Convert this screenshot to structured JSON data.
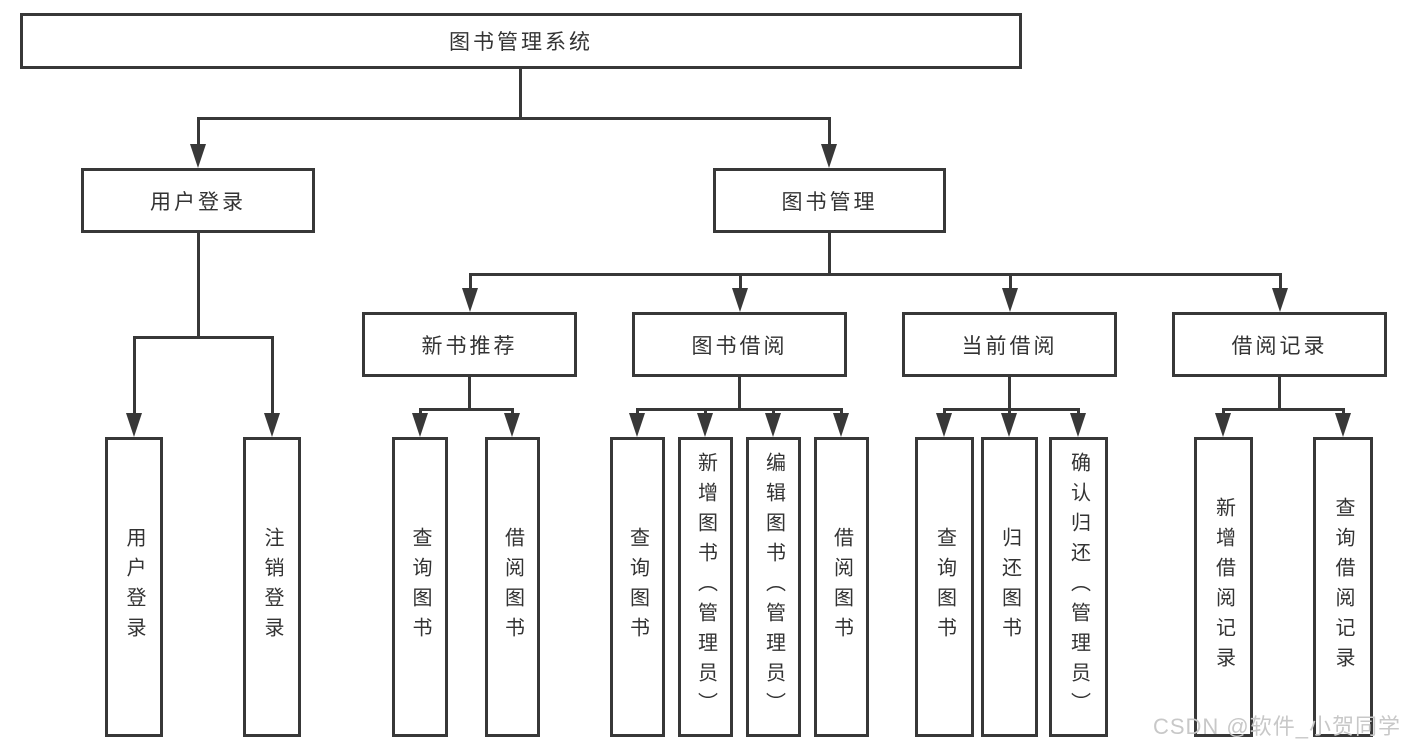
{
  "diagram": {
    "title": "图书管理系统",
    "watermark": "CSDN @软件_小贺同学",
    "colors": {
      "line": "#383838",
      "text": "#333333",
      "background": "#ffffff",
      "watermark": "#c8c8c8"
    },
    "nodes": {
      "root": "图书管理系统",
      "user_login_group": "用户登录",
      "book_mgmt_group": "图书管理",
      "new_book_rec": "新书推荐",
      "book_borrow": "图书借阅",
      "current_borrow": "当前借阅",
      "borrow_record": "借阅记录",
      "leaf_user_login": "用户登录",
      "leaf_logout": "注销登录",
      "leaf_query_book_1": "查询图书",
      "leaf_borrow_book_1": "借阅图书",
      "leaf_query_book_2": "查询图书",
      "leaf_add_book": "新增图书（管理员）",
      "leaf_edit_book": "编辑图书（管理员）",
      "leaf_borrow_book_2": "借阅图书",
      "leaf_query_book_3": "查询图书",
      "leaf_return_book": "归还图书",
      "leaf_confirm_return": "确认归还（管理员）",
      "leaf_add_borrow_record": "新增借阅记录",
      "leaf_query_borrow_record": "查询借阅记录"
    }
  }
}
